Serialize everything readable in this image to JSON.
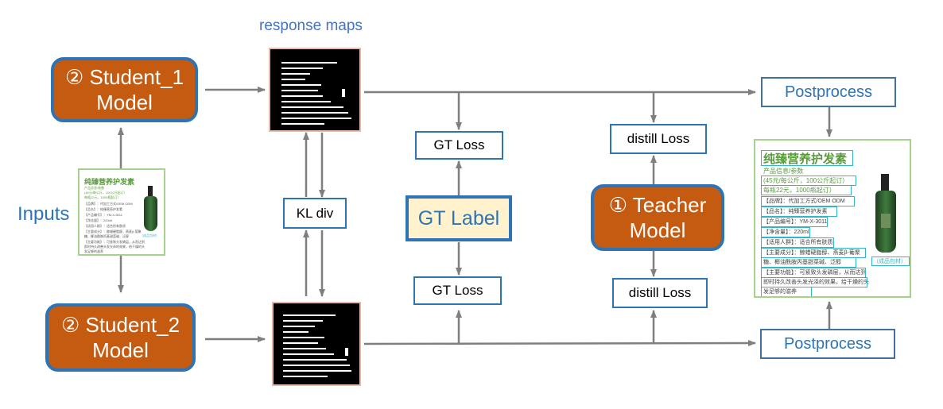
{
  "inputs_label": "Inputs",
  "response_maps_label": "response maps",
  "student1": {
    "line1": "② Student_1",
    "line2": "Model"
  },
  "student2": {
    "line1": "② Student_2",
    "line2": "Model"
  },
  "teacher": {
    "line1": "① Teacher",
    "line2": "Model"
  },
  "kl_div": "KL div",
  "gt_loss": "GT Loss",
  "gt_label": "GT Label",
  "distill_loss": "distill Loss",
  "postprocess": "Postprocess",
  "doc_small": {
    "title": "纯臻营养护发素",
    "lines": [
      "产品信息/参数",
      "(45元/每公斤，100公斤起订）",
      "每瓶22元，1000瓶起订）",
      "【品牌】：代加工方式/OEM ODM",
      "【品名】：纯臻营养护发素",
      "【产品编号】：YM-X-3011",
      "【净含量】：220ml",
      "【适用人群】：适合所有肤质",
      "【主要成分】：鲸蜡硬脂醇、燕麦β-葡聚",
      "糖、椰油酰胺丙基甜菜碱、泛醇",
      "【主要功能】：可紧致头发磷层，从而达到",
      "即时持久改善头发光泽的效果，给干燥的头",
      "发足够的滋养"
    ],
    "badge": "（成品包材）"
  },
  "doc_large": {
    "title": "纯臻营养护发素",
    "lines": [
      "产品信息/参数",
      "(45元/每公斤，100公斤起订）",
      "每瓶22元，1000瓶起订）",
      "【品牌】：代加工方式/OEM ODM",
      "【品名】：纯臻营养护发素",
      "【产品编号】：YM-X-3011",
      "【净含量】：220ml",
      "【适用人群】：适合所有肤质",
      "【主要成分】：鲸蜡硬脂醇、燕麦β-葡聚",
      "糖、椰油酰胺丙基甜菜碱、泛醇",
      "【主要功能】：可紧致头发磷层，从而达到",
      "即时持久改善头发光泽的效果，给干燥的头",
      "发足够的滋养"
    ],
    "badge": "（成品包材）"
  }
}
